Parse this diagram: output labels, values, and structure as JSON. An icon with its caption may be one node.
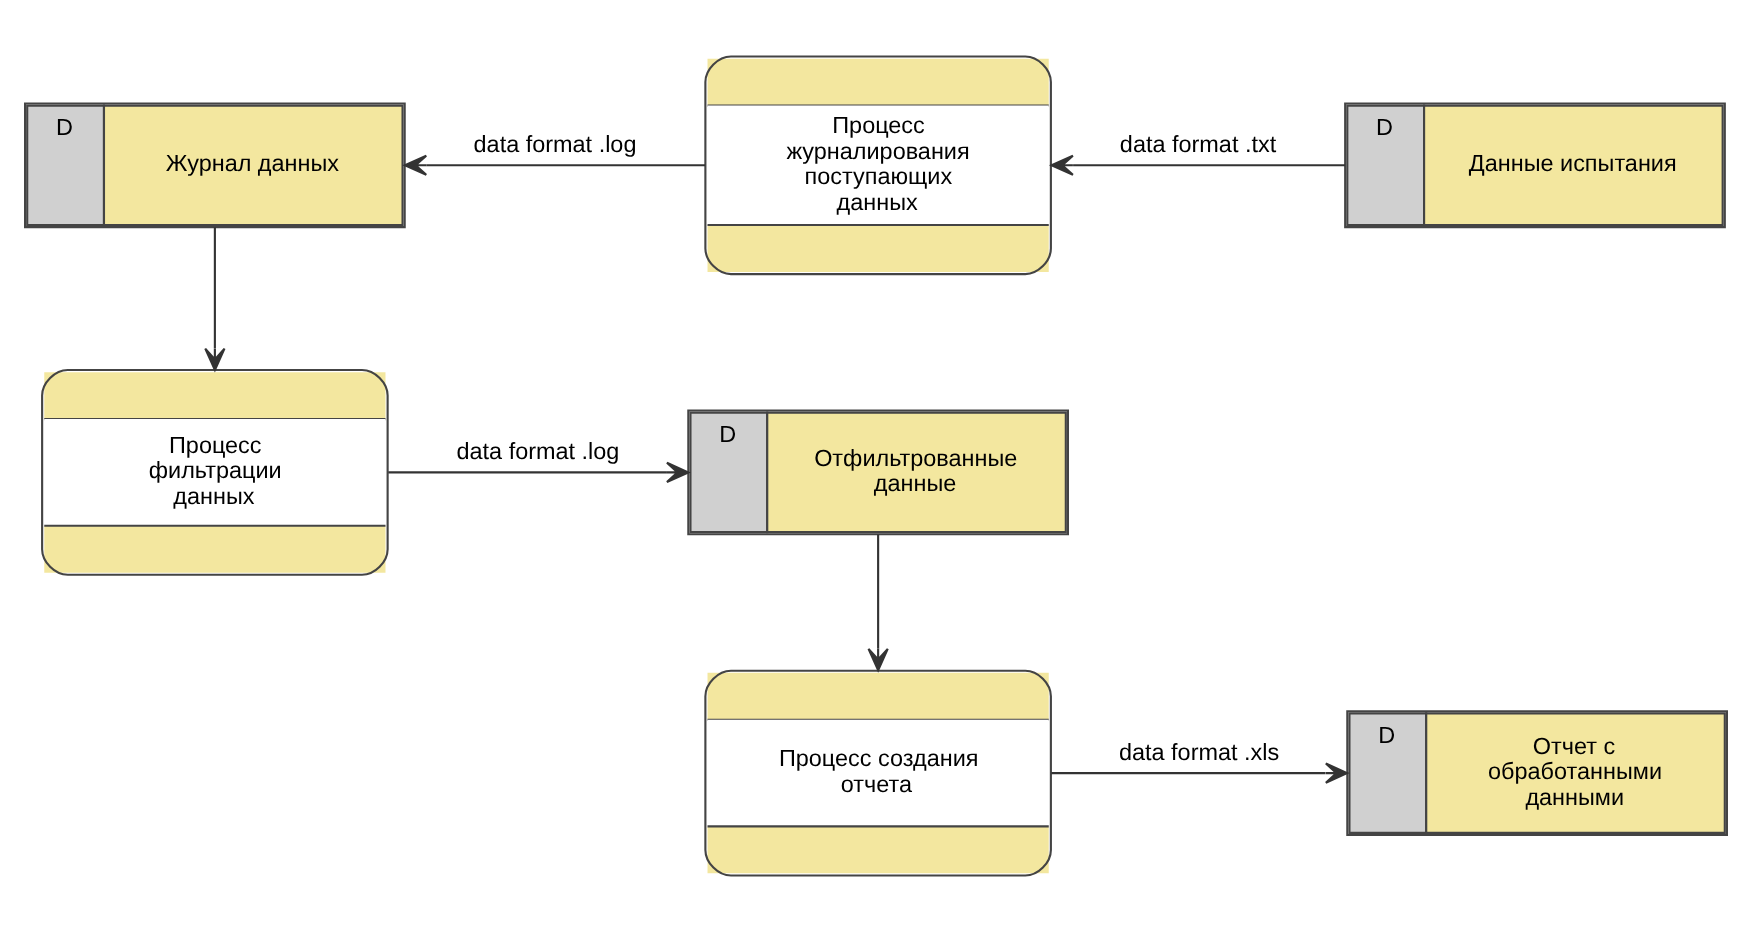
{
  "diagram": {
    "nodes": [
      {
        "text": [
          "D",
          "Журнал данных"
        ]
      },
      {
        "text": [
          "Процесс журналирования поступающих данных"
        ]
      },
      {
        "text": [
          "D",
          "Данные испытания"
        ]
      },
      {
        "text": [
          "Процесс фильтрации данных"
        ]
      },
      {
        "text": [
          "D",
          "Отфильтрованные данные"
        ]
      },
      {
        "text": [
          "Процесс создания отчета"
        ]
      },
      {
        "text": [
          "D",
          "Отчет с обработанными данными"
        ]
      }
    ],
    "edges": [
      {
        "from": 2,
        "to": 1,
        "arrow": "to",
        "label": "data format .txt"
      },
      {
        "from": 1,
        "to": 0,
        "arrow": "to",
        "label": "data format .log"
      },
      {
        "from": 0,
        "to": 3,
        "arrow": "to"
      },
      {
        "from": 3,
        "to": 4,
        "arrow": "to",
        "label": "data format .log"
      },
      {
        "from": 4,
        "to": 5,
        "arrow": "to"
      },
      {
        "from": 5,
        "to": 6,
        "arrow": "to",
        "label": "data format .xls"
      }
    ]
  }
}
